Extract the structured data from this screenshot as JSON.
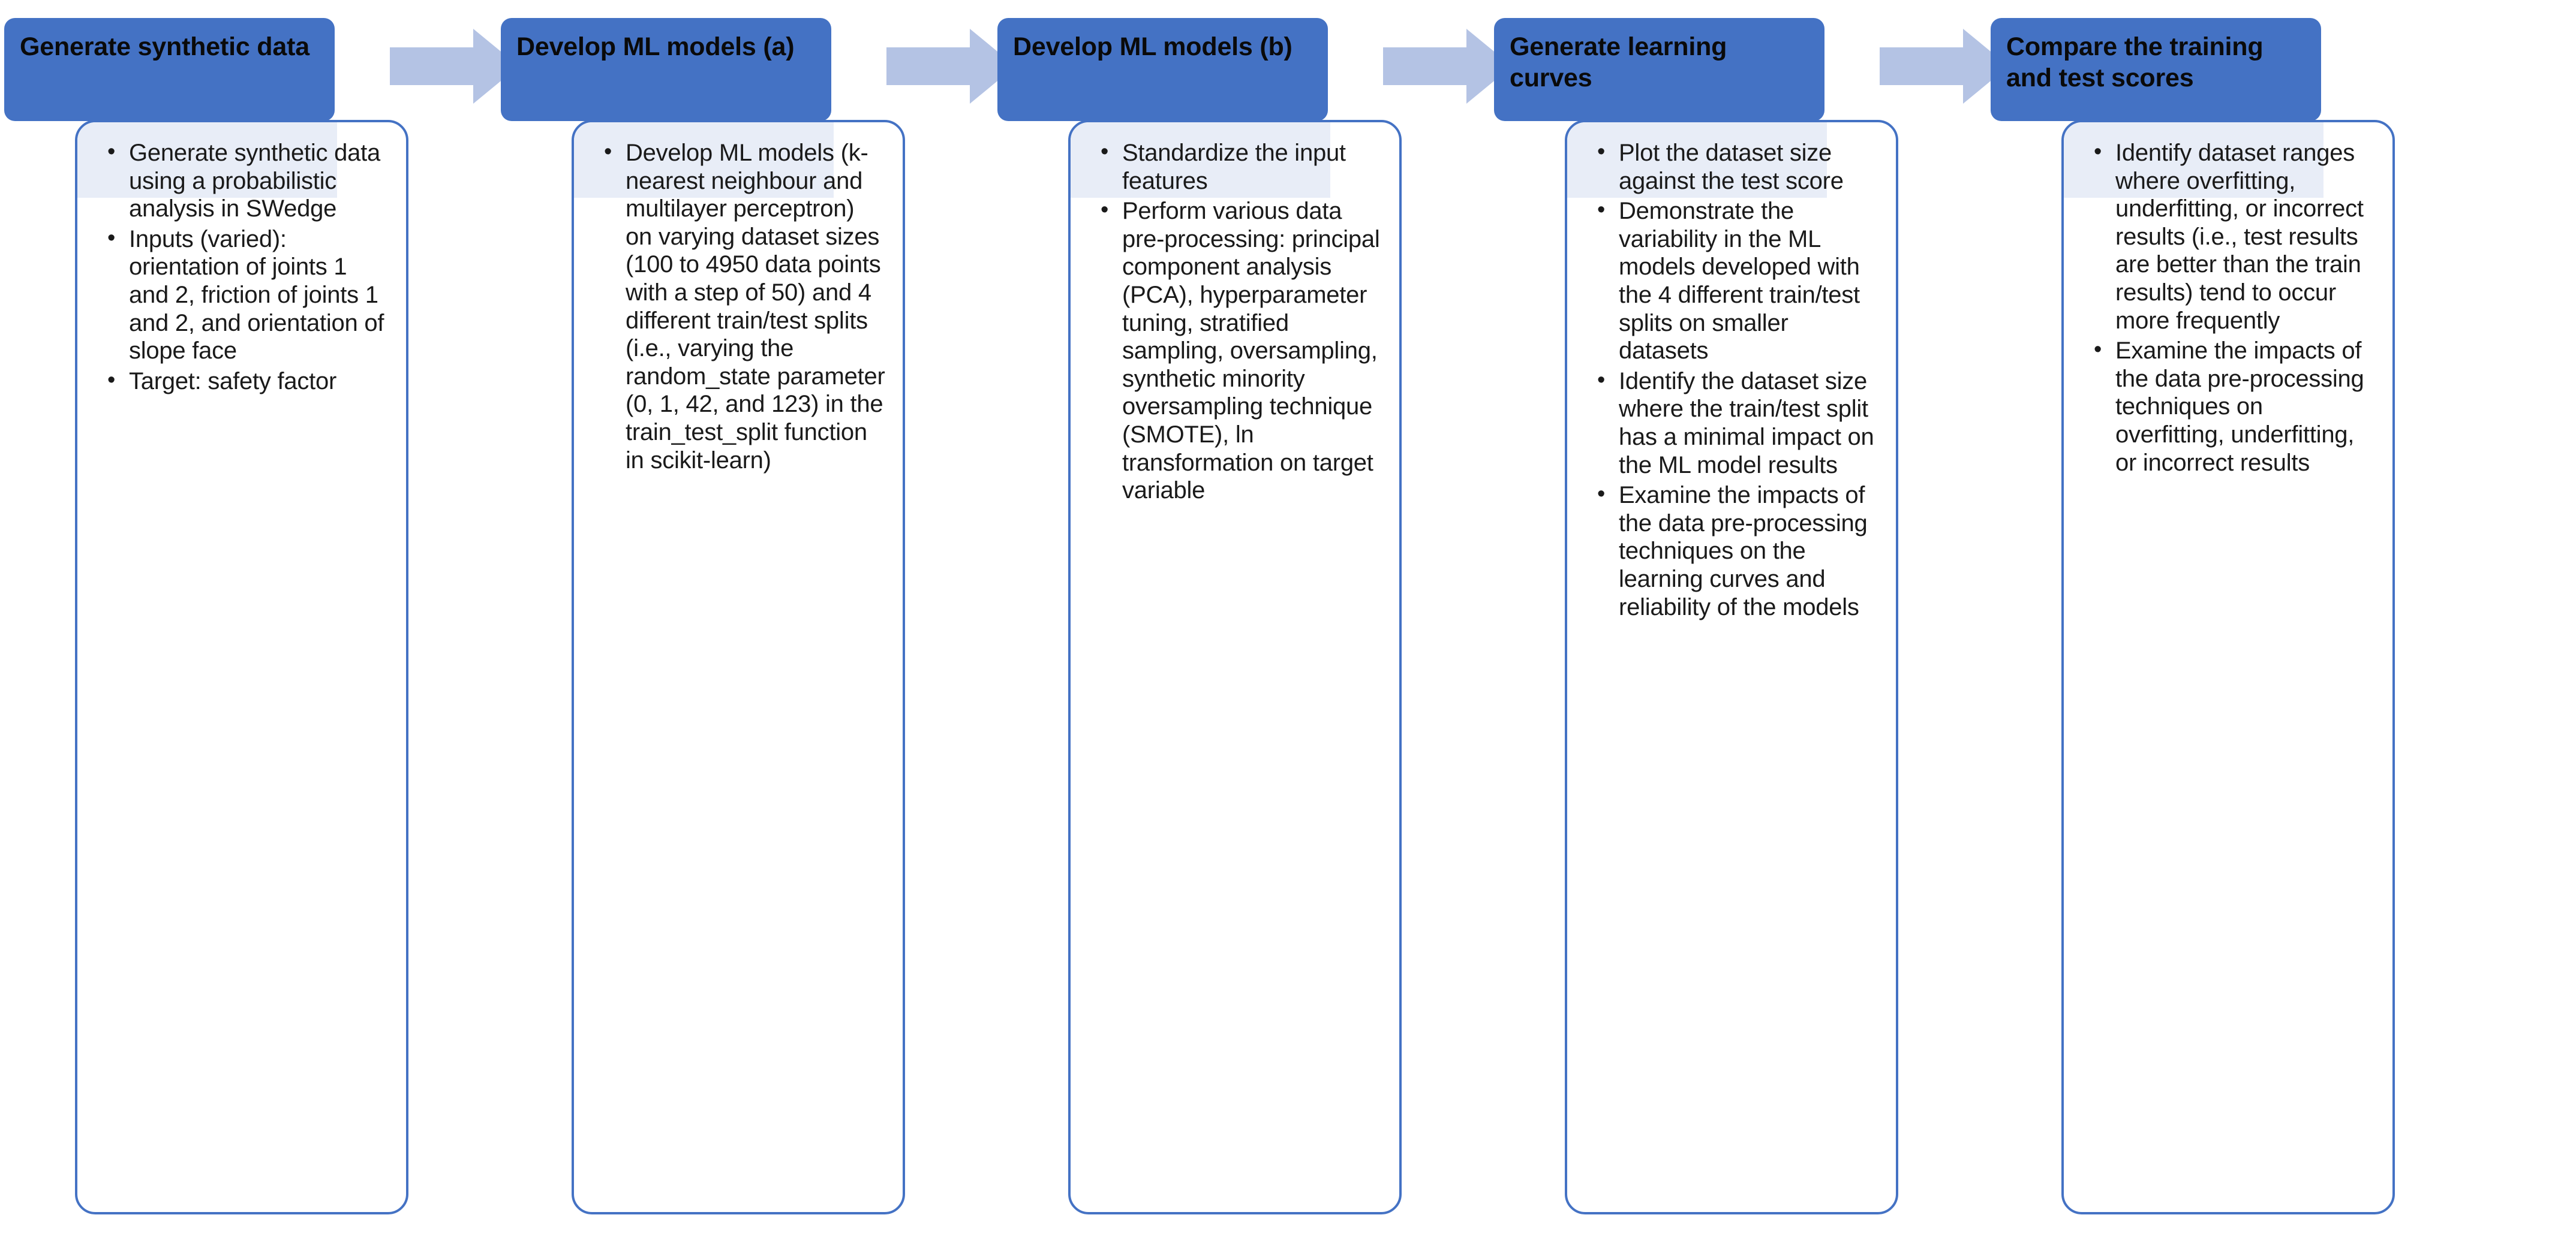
{
  "diagram": {
    "type": "process-flow",
    "orientation": "left-to-right",
    "step_count": 5,
    "arrow_count": 4,
    "colors": {
      "header_fill": "#4472C4",
      "header_text": "#0A0A0A",
      "card_fill": "#FFFFFF",
      "card_border": "#4472C4",
      "card_tint": "#E8EDF7",
      "arrow_fill": "#B4C3E4",
      "body_text": "#1A1A1A",
      "background": "#FFFFFF"
    },
    "arrow_icon_name": "right-block-arrow"
  },
  "steps": [
    {
      "id": "generate-synthetic-data",
      "title": "Generate synthetic data",
      "bullets": [
        "Generate synthetic data using a probabilistic analysis in SWedge",
        "Inputs (varied): orientation of joints 1 and 2, friction of joints 1 and 2, and orientation of slope face",
        "Target: safety factor"
      ]
    },
    {
      "id": "develop-ml-models-a",
      "title": "Develop ML models (a)",
      "bullets": [
        "Develop ML models (k-nearest neighbour and multilayer perceptron) on varying dataset sizes (100 to 4950 data points with a step of 50) and 4 different train/test splits (i.e., varying the random_state parameter (0, 1, 42, and 123) in the train_test_split function in scikit-learn)"
      ]
    },
    {
      "id": "develop-ml-models-b",
      "title": "Develop ML models (b)",
      "bullets": [
        "Standardize the input features",
        "Perform various data pre-processing: principal component analysis (PCA), hyperparameter tuning, stratified sampling, oversampling, synthetic minority oversampling technique (SMOTE), ln transformation on target variable"
      ]
    },
    {
      "id": "generate-learning-curves",
      "title": "Generate learning curves",
      "bullets": [
        "Plot the dataset size against the test score",
        "Demonstrate the variability in the ML models developed with the 4 different train/test splits on smaller datasets",
        "Identify the dataset size where the train/test split has a minimal impact on the ML model results",
        "Examine the impacts of the data pre-processing techniques on the learning curves and reliability of the models"
      ]
    },
    {
      "id": "compare-training-and-test-scores",
      "title": "Compare the training and test scores",
      "bullets": [
        "Identify dataset ranges where overfitting, underfitting, or incorrect results (i.e., test results are better than the train results) tend to occur more frequently",
        "Examine the impacts of the data pre-processing techniques on overfitting, underfitting, or incorrect results"
      ]
    }
  ]
}
